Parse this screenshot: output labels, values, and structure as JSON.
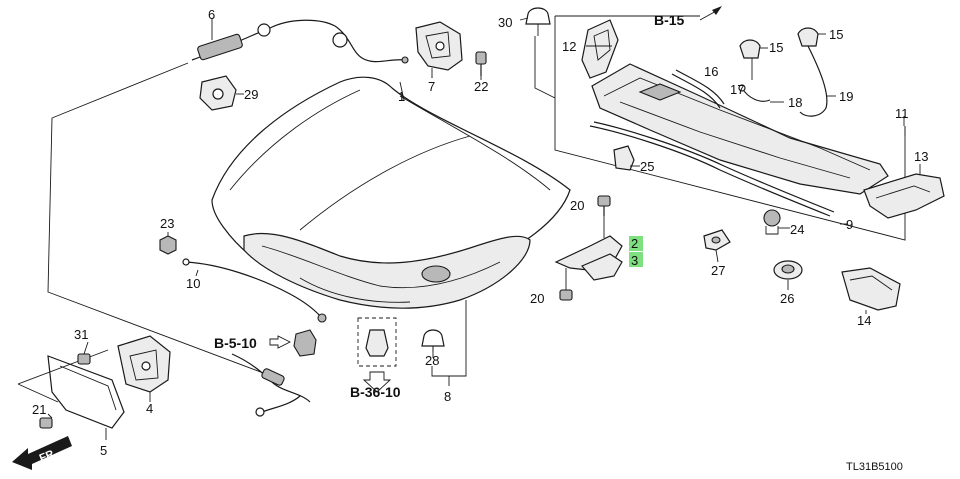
{
  "diagram": {
    "code": "TL31B5100",
    "front_label": "FR.",
    "highlight_color": "#7ee07e",
    "references": {
      "b15": "B-15",
      "b510": "B-5-10",
      "b3610": "B-36-10"
    },
    "callouts": {
      "c1": "1",
      "c2": "2",
      "c3": "3",
      "c4": "4",
      "c5": "5",
      "c6": "6",
      "c7": "7",
      "c8": "8",
      "c9": "9",
      "c10": "10",
      "c11": "11",
      "c12": "12",
      "c13": "13",
      "c14": "14",
      "c15a": "15",
      "c15b": "15",
      "c16": "16",
      "c17": "17",
      "c18": "18",
      "c19": "19",
      "c20a": "20",
      "c20b": "20",
      "c21": "21",
      "c22": "22",
      "c23": "23",
      "c24": "24",
      "c25": "25",
      "c26": "26",
      "c27": "27",
      "c28": "28",
      "c29": "29",
      "c30": "30",
      "c31": "31"
    }
  }
}
